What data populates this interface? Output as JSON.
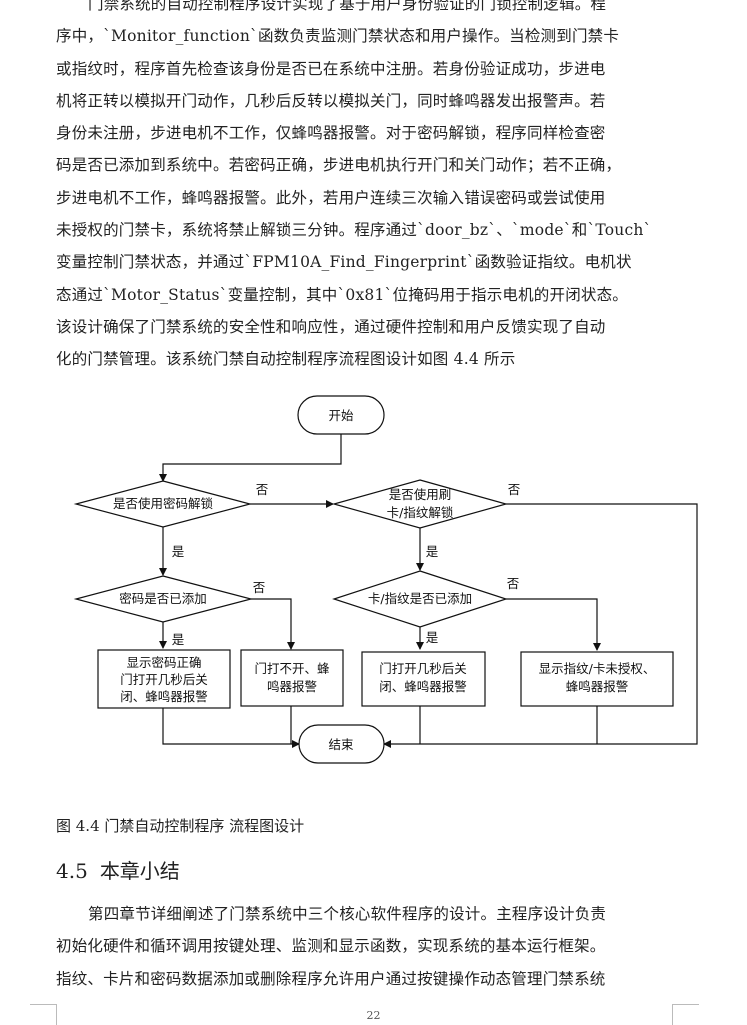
{
  "paragraph1": [
    "门禁系统的自动控制程序设计实现了基于用户身份验证的门锁控制逻辑。程",
    "序中，`Monitor_function`函数负责监测门禁状态和用户操作。当检测到门禁卡",
    "或指纹时，程序首先检查该身份是否已在系统中注册。若身份验证成功，步进电",
    "机将正转以模拟开门动作，几秒后反转以模拟关门，同时蜂鸣器发出报警声。若",
    "身份未注册，步进电机不工作，仅蜂鸣器报警。对于密码解锁，程序同样检查密",
    "码是否已添加到系统中。若密码正确，步进电机执行开门和关门动作；若不正确，",
    "步进电机不工作，蜂鸣器报警。此外，若用户连续三次输入错误密码或尝试使用",
    "未授权的门禁卡，系统将禁止解锁三分钟。程序通过`door_bz`、`mode`和`Touch`",
    "变量控制门禁状态，并通过`FPM10A_Find_Fingerprint`函数验证指纹。电机状",
    "态通过`Motor_Status`变量控制，其中`0x81`位掩码用于指示电机的开闭状态。",
    "该设计确保了门禁系统的安全性和响应性，通过硬件控制和用户反馈实现了自动",
    "化的门禁管理。该系统门禁自动控制程序流程图设计如图 4.4 所示"
  ],
  "flowchart": {
    "start": "开始",
    "end": "结束",
    "d_password": "是否使用密码解锁",
    "d_card_line1": "是否使用刷",
    "d_card_line2": "卡/指纹解锁",
    "d_pw_added": "密码是否已添加",
    "d_card_added": "卡/指纹是否已添加",
    "yes": "是",
    "no": "否",
    "b_pw_ok": [
      "显示密码正确",
      "门打开几秒后关",
      "闭、蜂鸣器报警"
    ],
    "b_pw_fail": [
      "门打不开、蜂",
      "鸣器报警"
    ],
    "b_card_ok": [
      "门打开几秒后关",
      "闭、蜂鸣器报警"
    ],
    "b_card_fail": [
      "显示指纹/卡未授权、",
      "蜂鸣器报警"
    ]
  },
  "caption": "图 4.4 门禁自动控制程序 流程图设计",
  "section": {
    "number": "4.5",
    "title": "本章小结"
  },
  "paragraph2": [
    "第四章节详细阐述了门禁系统中三个核心软件程序的设计。主程序设计负责",
    "初始化硬件和循环调用按键处理、监测和显示函数，实现系统的基本运行框架。",
    "指纹、卡片和密码数据添加或删除程序允许用户通过按键操作动态管理门禁系统"
  ],
  "page_number": "22"
}
